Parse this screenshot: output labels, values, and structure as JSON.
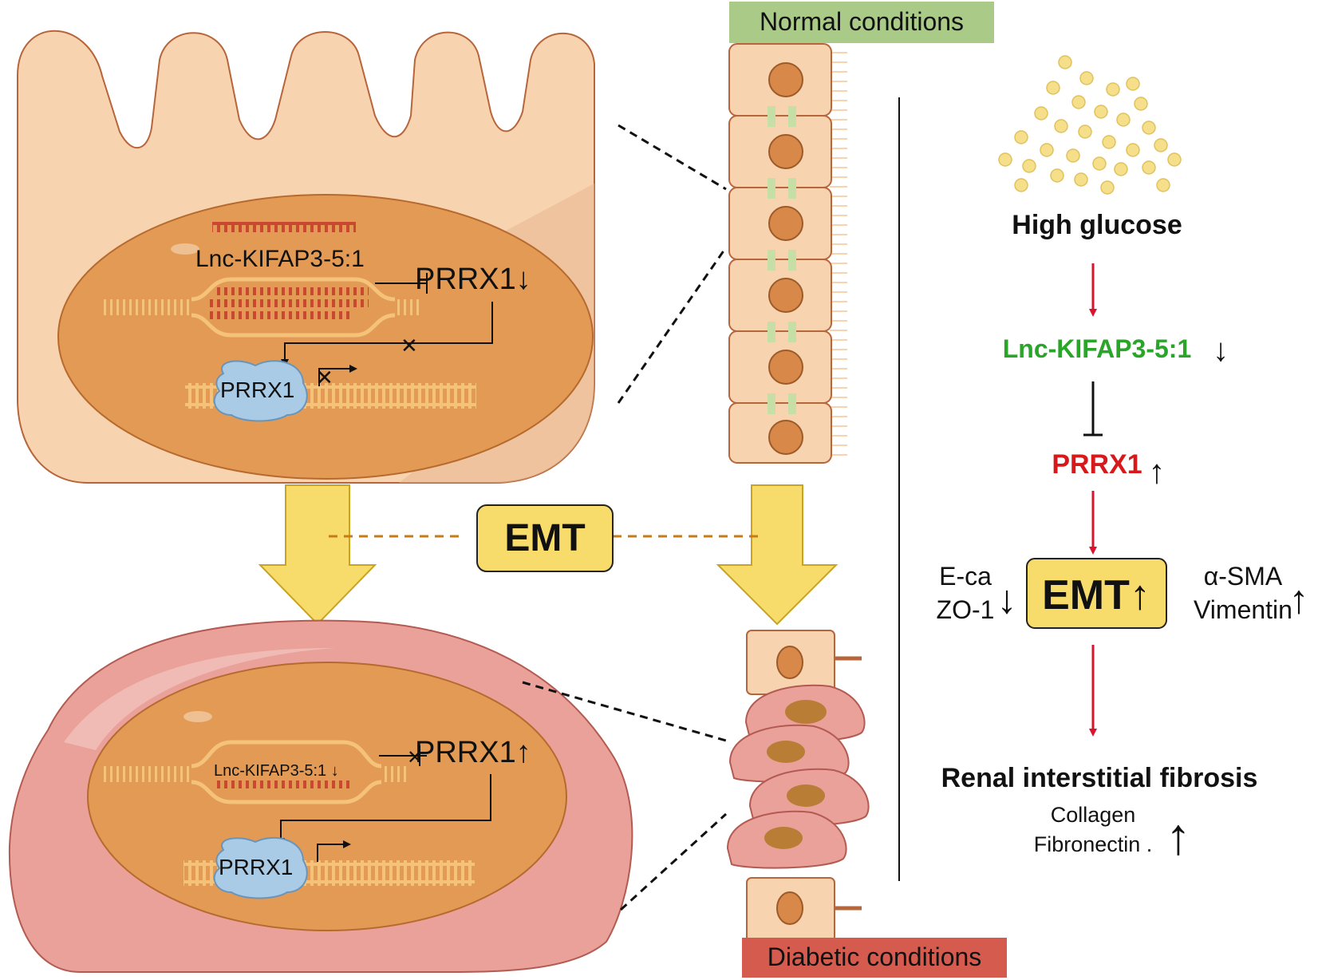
{
  "top_cell": {
    "lnc_label": "Lnc-KIFAP3-5:1",
    "prrx1_label": "PRRX1↓",
    "protein_label": "PRRX1"
  },
  "bottom_cell": {
    "lnc_label": "Lnc-KIFAP3-5:1 ↓",
    "prrx1_label": "PRRX1↑",
    "protein_label": "PRRX1"
  },
  "center": {
    "normal_label": "Normal conditions",
    "diabetic_label": "Diabetic conditions",
    "emt_label": "EMT"
  },
  "pathway": {
    "trigger": "High glucose",
    "lnc": "Lnc-KIFAP3-5:1",
    "lnc_arrow": "↓",
    "prrx1": "PRRX1",
    "prrx1_arrow": "↑",
    "emt": "EMT↑",
    "left_markers": [
      "E-ca",
      "ZO-1"
    ],
    "left_arrow": "↓",
    "right_markers": [
      "α-SMA",
      "Vimentin"
    ],
    "right_arrow": "↑",
    "outcome": "Renal interstitial fibrosis",
    "outcome_markers": [
      "Collagen",
      "Fibronectin ."
    ],
    "outcome_arrow": "↑"
  },
  "colors": {
    "epithelial_cell": "#f8d3b0",
    "nucleus": "#e29a55",
    "mesenchymal_cell": "#e9a19a",
    "rna": "#c8492f",
    "dna": "#f5c27a",
    "protein": "#a9cbe6",
    "yellow_arrow": "#f8dc6b",
    "normal_bg": "#a9cb87",
    "diabetic_bg": "#d65b4f",
    "lnc_green": "#2aa52a",
    "prrx1_red": "#d7191c",
    "pathway_arrow": "#d8142e"
  }
}
